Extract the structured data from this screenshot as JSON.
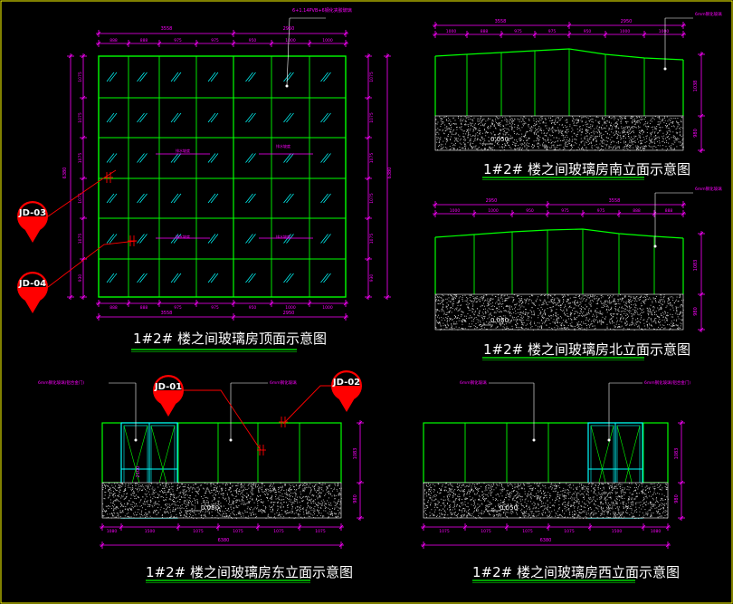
{
  "colors": {
    "background": "#000000",
    "frame": "#00ff00",
    "dimension": "#ff00ff",
    "glass_mark": "#00ffff",
    "door": "#00ffff",
    "callout": "#ff0000",
    "leader": "#ffffff",
    "title_text": "#ffffff",
    "title_underline": "#00ff00"
  },
  "roof_plan": {
    "title": "1#2# 楼之间玻璃房顶面示意图",
    "material_note": "6+1.14PVB+6钢化夹胶玻璃",
    "top_total_dims": [
      "3558",
      "2950"
    ],
    "top_dims": [
      "888",
      "888",
      "975",
      "975",
      "950",
      "1000",
      "1000"
    ],
    "bottom_dims": [
      "888",
      "888",
      "975",
      "975",
      "950",
      "1000",
      "1000"
    ],
    "bottom_total_dims": [
      "3558",
      "2950"
    ],
    "left_dims": [
      "1075",
      "1075",
      "1075",
      "1075",
      "1075",
      "930"
    ],
    "right_dims": [
      "1075",
      "1075",
      "1075",
      "1075",
      "1075",
      "930"
    ],
    "left_total_dim": "6380",
    "right_total_dim": "6380",
    "slope_note": "排水坡度"
  },
  "south_elevation": {
    "title": "1#2# 楼之间玻璃房南立面示意图",
    "material_note": "6mm钢化玻璃",
    "top_total_dims": [
      "3558",
      "2950"
    ],
    "top_dims": [
      "1000",
      "888",
      "975",
      "975",
      "950",
      "1000",
      "1000"
    ],
    "right_dims": [
      "1038",
      "980"
    ],
    "level": "0.050"
  },
  "north_elevation": {
    "title": "1#2# 楼之间玻璃房北立面示意图",
    "material_note": "6mm钢化玻璃",
    "top_total_dims": [
      "2950",
      "3558"
    ],
    "top_dims": [
      "1000",
      "1000",
      "950",
      "975",
      "975",
      "888",
      "888"
    ],
    "right_dims": [
      "1083",
      "980"
    ],
    "level": "0.050"
  },
  "east_elevation": {
    "title": "1#2# 楼之间玻璃房东立面示意图",
    "note_left": "6mm钢化玻璃(铝合金门)",
    "note_right": "6mm钢化玻璃",
    "door_height": "2100",
    "bottom_dims": [
      "1080",
      "1500",
      "1075",
      "1075",
      "1075",
      "1075"
    ],
    "bottom_total_dim": "6380",
    "right_dims": [
      "1083",
      "980"
    ],
    "level": "0.050"
  },
  "west_elevation": {
    "title": "1#2# 楼之间玻璃房西立面示意图",
    "note_left": "6mm钢化玻璃",
    "note_right": "6mm钢化玻璃(铝合金门)",
    "bottom_dims": [
      "1075",
      "1075",
      "1075",
      "1075",
      "1500",
      "1080"
    ],
    "bottom_total_dim": "6380",
    "right_dims": [
      "1083",
      "980"
    ],
    "level": "0.050"
  },
  "callouts": [
    {
      "id": "jd03",
      "label": "JD-03"
    },
    {
      "id": "jd04",
      "label": "JD-04"
    },
    {
      "id": "jd01",
      "label": "JD-01"
    },
    {
      "id": "jd02",
      "label": "JD-02"
    }
  ]
}
